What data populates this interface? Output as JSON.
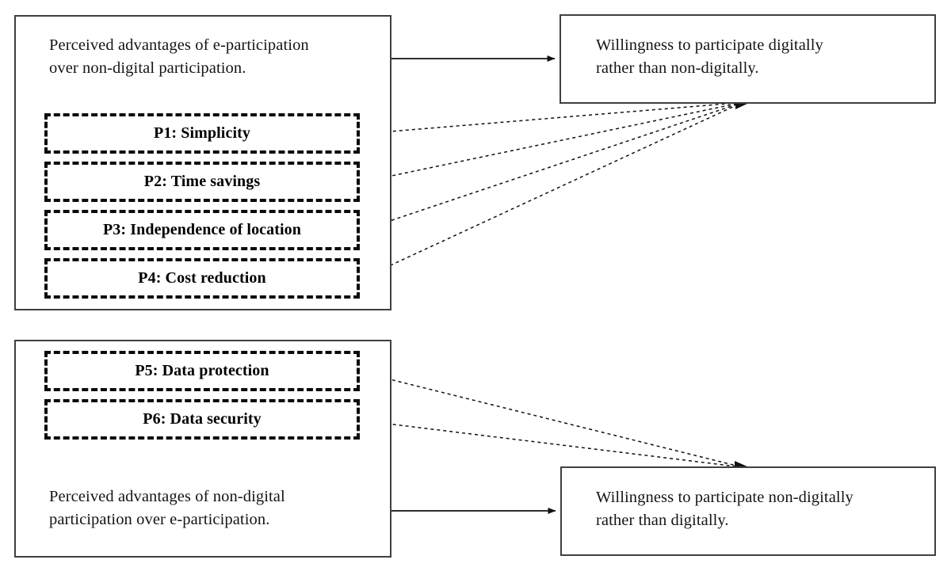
{
  "diagram": {
    "type": "conceptual-model",
    "title_visible": false,
    "colors": {
      "box_border": "#3f3f44",
      "dashed_border": "#0b0b0b",
      "connector": "#111111",
      "text": "#141414",
      "background": "#ffffff"
    },
    "antecedent_boxes": [
      {
        "id": "digital-advantages",
        "description": "Perceived advantages of e-participation\nover non-digital participation.",
        "propositions": [
          {
            "id": "P1",
            "label": "P1: Simplicity"
          },
          {
            "id": "P2",
            "label": "P2: Time savings"
          },
          {
            "id": "P3",
            "label": "P3: Independence of location"
          },
          {
            "id": "P4",
            "label": "P4: Cost reduction"
          }
        ]
      },
      {
        "id": "non-digital-advantages",
        "description": "Perceived advantages of non-digital\nparticipation over e-participation.",
        "propositions": [
          {
            "id": "P5",
            "label": "P5: Data protection"
          },
          {
            "id": "P6",
            "label": "P6: Data security"
          }
        ]
      }
    ],
    "outcome_boxes": [
      {
        "id": "willingness-digital",
        "text": "Willingness  to participate digitally\nrather than non-digitally."
      },
      {
        "id": "willingness-non-digital",
        "text": "Willingness  to participate non-digitally\nrather than digitally."
      }
    ],
    "connectors": [
      {
        "from": "digital-advantages",
        "to": "willingness-digital",
        "style": "solid-arrow"
      },
      {
        "from": "non-digital-advantages",
        "to": "willingness-non-digital",
        "style": "solid-arrow"
      },
      {
        "from": "P1",
        "to": "willingness-digital",
        "style": "dotted-arrow"
      },
      {
        "from": "P2",
        "to": "willingness-digital",
        "style": "dotted-arrow"
      },
      {
        "from": "P3",
        "to": "willingness-digital",
        "style": "dotted-arrow"
      },
      {
        "from": "P4",
        "to": "willingness-digital",
        "style": "dotted-arrow"
      },
      {
        "from": "P5",
        "to": "willingness-non-digital",
        "style": "dotted-arrow"
      },
      {
        "from": "P6",
        "to": "willingness-non-digital",
        "style": "dotted-arrow"
      }
    ]
  }
}
